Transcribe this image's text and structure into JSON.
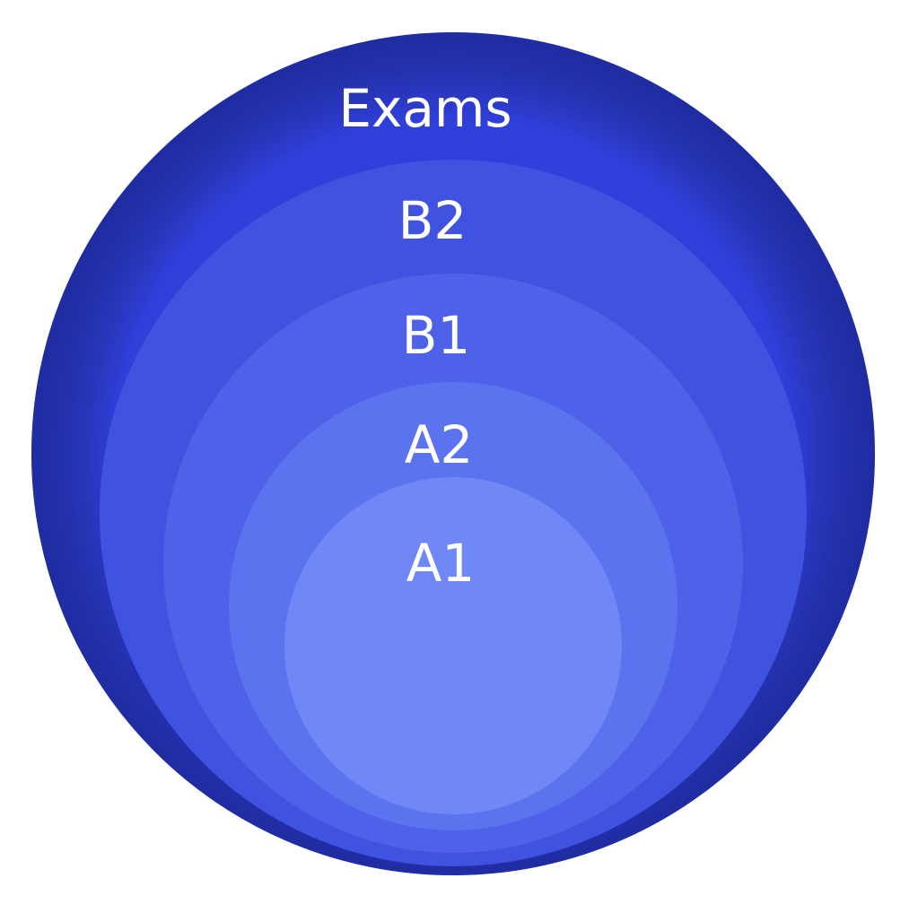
{
  "diagram": {
    "levels": [
      {
        "label": "Exams",
        "color": "#2f3fd9"
      },
      {
        "label": "B2",
        "color": "#3f52e0"
      },
      {
        "label": "B1",
        "color": "#4d62e8"
      },
      {
        "label": "A2",
        "color": "#5b73ee"
      },
      {
        "label": "A1",
        "color": "#6f88f5"
      }
    ]
  }
}
